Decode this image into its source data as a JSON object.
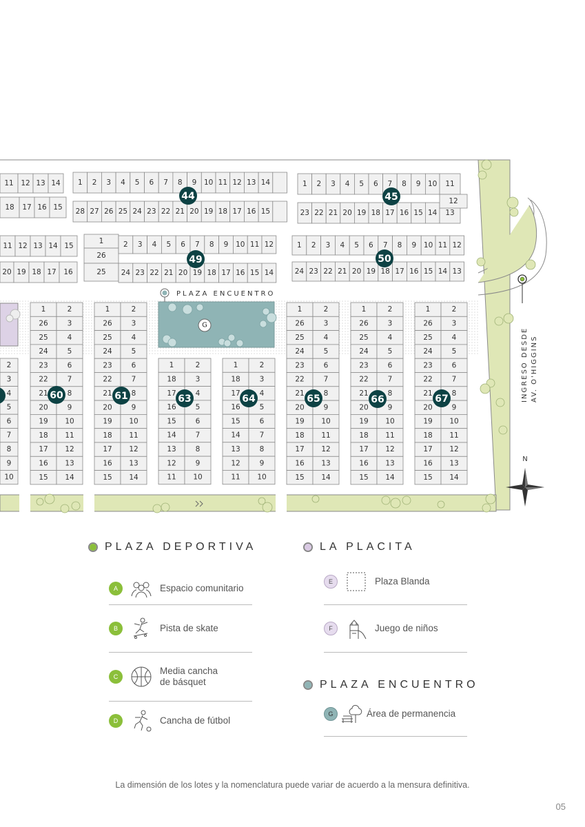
{
  "map": {
    "colors": {
      "lot_fill": "#f1f1f1",
      "lot_stroke": "#8a8a8a",
      "park_green": "#dfe7b6",
      "plaza_teal": "#8fb4b5",
      "placita_lilac": "#ddd2e6",
      "badge": "#0d4244"
    },
    "blocks": [
      {
        "id": "44",
        "label": "44"
      },
      {
        "id": "45",
        "label": "45"
      },
      {
        "id": "49",
        "label": "49"
      },
      {
        "id": "50",
        "label": "50"
      },
      {
        "id": "60",
        "label": "60"
      },
      {
        "id": "61",
        "label": "61"
      },
      {
        "id": "63",
        "label": "63"
      },
      {
        "id": "64",
        "label": "64"
      },
      {
        "id": "65",
        "label": "65"
      },
      {
        "id": "66",
        "label": "66"
      },
      {
        "id": "67",
        "label": "67"
      }
    ],
    "plaza_encuentro_label": "PLAZA ENCUENTRO",
    "plaza_marker": "G",
    "entrance_label_line1": "INGRESO DESDE",
    "entrance_label_line2": "AV. O'HIGGINS",
    "compass_label": "N"
  },
  "legend": {
    "deportiva": {
      "title": "PLAZA DEPORTIVA",
      "color": "#8bbf3a",
      "items": [
        {
          "letter": "A",
          "icon": "community-icon",
          "label": "Espacio comunitario"
        },
        {
          "letter": "B",
          "icon": "skate-icon",
          "label": "Pista de skate"
        },
        {
          "letter": "C",
          "icon": "basketball-icon",
          "label": "Media cancha\nde básquet"
        },
        {
          "letter": "D",
          "icon": "football-icon",
          "label": "Cancha de fútbol"
        }
      ]
    },
    "placita": {
      "title": "LA PLACITA",
      "color": "#d9c9e3",
      "items": [
        {
          "letter": "E",
          "icon": "soft-plaza-icon",
          "label": "Plaza Blanda"
        },
        {
          "letter": "F",
          "icon": "playground-icon",
          "label": "Juego de niños"
        }
      ]
    },
    "encuentro": {
      "title": "PLAZA ENCUENTRO",
      "color": "#8fb4b5",
      "items": [
        {
          "letter": "G",
          "icon": "stay-area-icon",
          "label": "Área de permanencia"
        }
      ]
    }
  },
  "footnote": "La dimensión de los lotes y la nomenclatura puede variar de acuerdo a la mensura definitiva.",
  "page_number": "05"
}
